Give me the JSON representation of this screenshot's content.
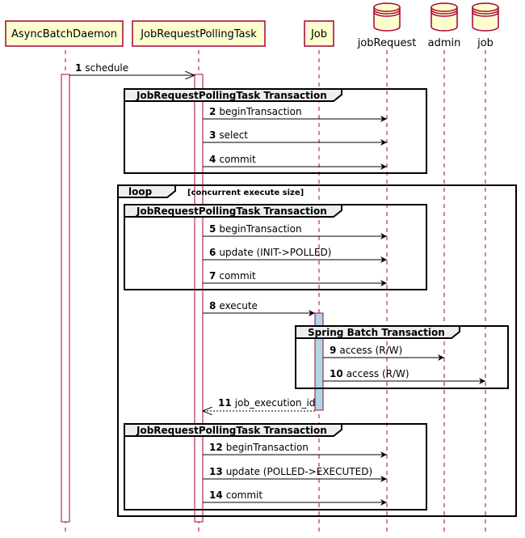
{
  "participants": {
    "daemon": "AsyncBatchDaemon",
    "polling": "JobRequestPollingTask",
    "job": "Job",
    "db_jobRequest": "jobRequest",
    "db_admin": "admin",
    "db_job": "job"
  },
  "frames": {
    "tx1": "JobRequestPollingTask Transaction",
    "loop": "loop",
    "loop_condition": "[concurrent execute size]",
    "tx2": "JobRequestPollingTask Transaction",
    "spring": "Spring Batch Transaction",
    "tx3": "JobRequestPollingTask Transaction"
  },
  "messages": [
    {
      "num": "1",
      "label": "schedule"
    },
    {
      "num": "2",
      "label": "beginTransaction"
    },
    {
      "num": "3",
      "label": "select"
    },
    {
      "num": "4",
      "label": "commit"
    },
    {
      "num": "5",
      "label": "beginTransaction"
    },
    {
      "num": "6",
      "label": "update (INIT->POLLED)"
    },
    {
      "num": "7",
      "label": "commit"
    },
    {
      "num": "8",
      "label": "execute"
    },
    {
      "num": "9",
      "label": "access (R/W)"
    },
    {
      "num": "10",
      "label": "access (R/W)"
    },
    {
      "num": "11",
      "label": "job_execution_id"
    },
    {
      "num": "12",
      "label": "beginTransaction"
    },
    {
      "num": "13",
      "label": "update (POLLED->EXECUTED)"
    },
    {
      "num": "14",
      "label": "commit"
    }
  ]
}
